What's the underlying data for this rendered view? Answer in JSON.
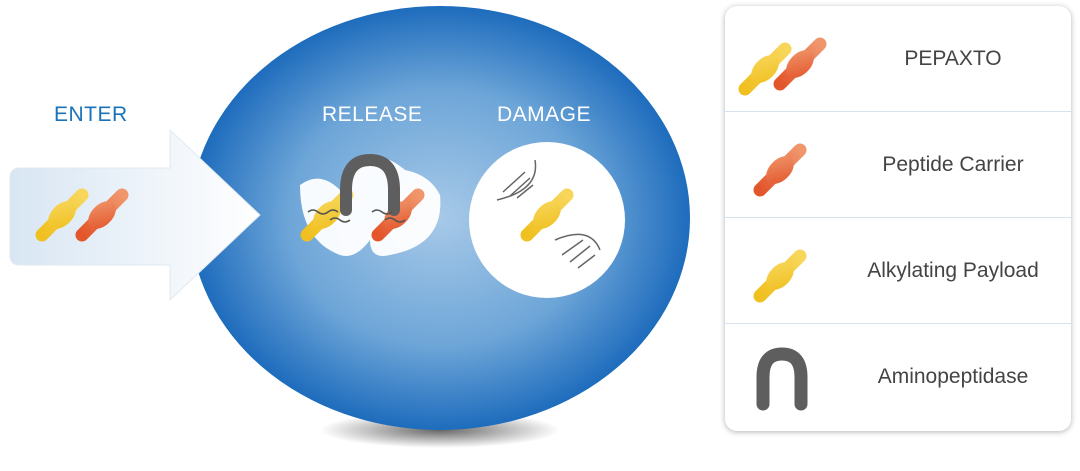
{
  "steps": {
    "enter": "ENTER",
    "release": "RELEASE",
    "damage": "DAMAGE"
  },
  "legend": [
    {
      "label": "PEPAXTO",
      "icon": "pepaxto-molecule-icon"
    },
    {
      "label": "Peptide Carrier",
      "icon": "peptide-carrier-icon"
    },
    {
      "label": "Alkylating Payload",
      "icon": "alkylating-payload-icon"
    },
    {
      "label": "Aminopeptidase",
      "icon": "aminopeptidase-icon"
    }
  ],
  "colors": {
    "cell": "#1f6fbf",
    "enter_label": "#1a73b8",
    "yellow": "#f2c530",
    "orange": "#e8663a",
    "enzyme": "#5e5e5e"
  }
}
